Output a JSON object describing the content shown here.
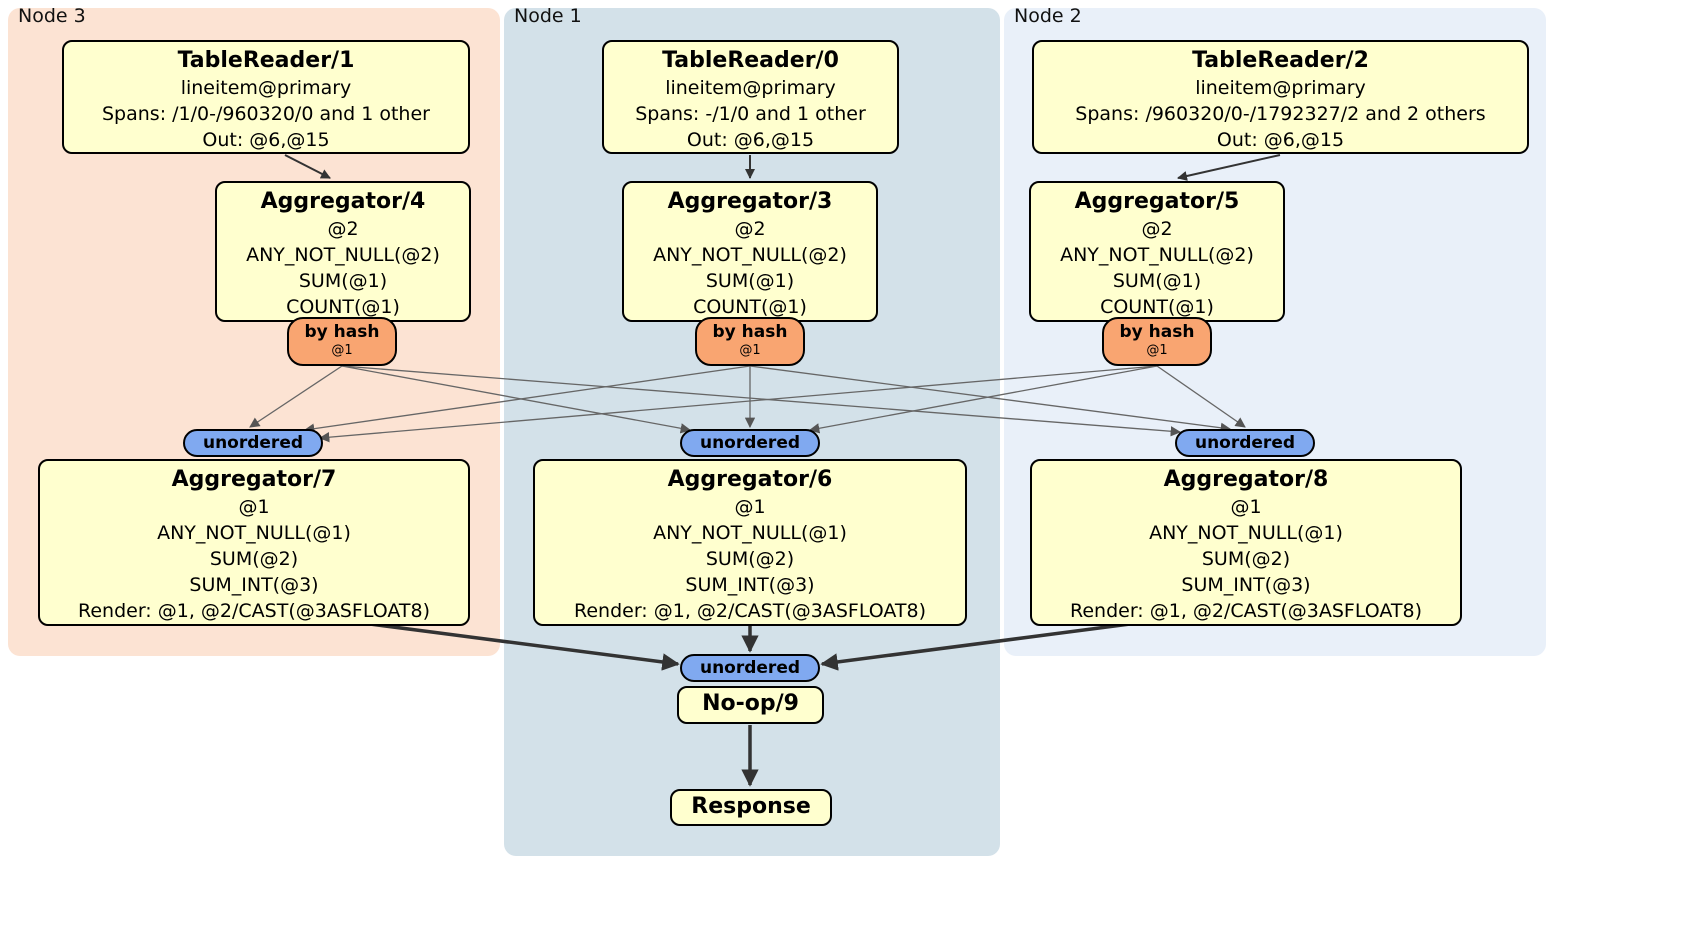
{
  "regions": {
    "node3": {
      "label": "Node 3",
      "bg_color": "#fce3d3"
    },
    "node1": {
      "label": "Node 1",
      "bg_color": "#d3e1e9"
    },
    "node2": {
      "label": "Node 2",
      "bg_color": "#e9f0f9"
    }
  },
  "colors": {
    "processor_box": "#ffffcf",
    "hash_router_pill": "#f9a571",
    "unordered_pill": "#80a9f0",
    "edge": "#555555"
  },
  "processors": {
    "tr1": {
      "title": "TableReader/1",
      "lines": [
        "lineitem@primary",
        "Spans: /1/0-/960320/0 and 1 other",
        "Out: @6,@15"
      ]
    },
    "tr0": {
      "title": "TableReader/0",
      "lines": [
        "lineitem@primary",
        "Spans: -/1/0 and 1 other",
        "Out: @6,@15"
      ]
    },
    "tr2": {
      "title": "TableReader/2",
      "lines": [
        "lineitem@primary",
        "Spans: /960320/0-/1792327/2 and 2 others",
        "Out: @6,@15"
      ]
    },
    "agg4": {
      "title": "Aggregator/4",
      "lines": [
        "@2",
        "ANY_NOT_NULL(@2)",
        "SUM(@1)",
        "COUNT(@1)"
      ]
    },
    "agg3": {
      "title": "Aggregator/3",
      "lines": [
        "@2",
        "ANY_NOT_NULL(@2)",
        "SUM(@1)",
        "COUNT(@1)"
      ]
    },
    "agg5": {
      "title": "Aggregator/5",
      "lines": [
        "@2",
        "ANY_NOT_NULL(@2)",
        "SUM(@1)",
        "COUNT(@1)"
      ]
    },
    "agg7": {
      "title": "Aggregator/7",
      "lines": [
        "@1",
        "ANY_NOT_NULL(@1)",
        "SUM(@2)",
        "SUM_INT(@3)",
        "Render: @1, @2/CAST(@3ASFLOAT8)"
      ]
    },
    "agg6": {
      "title": "Aggregator/6",
      "lines": [
        "@1",
        "ANY_NOT_NULL(@1)",
        "SUM(@2)",
        "SUM_INT(@3)",
        "Render: @1, @2/CAST(@3ASFLOAT8)"
      ]
    },
    "agg8": {
      "title": "Aggregator/8",
      "lines": [
        "@1",
        "ANY_NOT_NULL(@1)",
        "SUM(@2)",
        "SUM_INT(@3)",
        "Render: @1, @2/CAST(@3ASFLOAT8)"
      ]
    },
    "noop": {
      "title": "No-op/9"
    },
    "response": {
      "title": "Response"
    }
  },
  "routers": {
    "by_hash": {
      "label": "by hash",
      "sub": "@1"
    },
    "unordered": {
      "label": "unordered"
    }
  }
}
